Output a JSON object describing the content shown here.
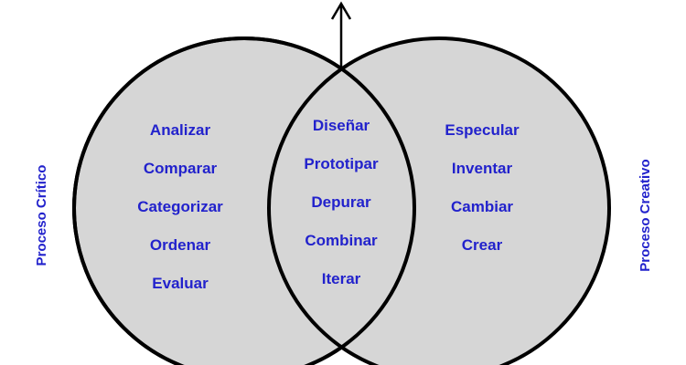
{
  "diagram": {
    "type": "venn",
    "left_label": "Proceso Crítico",
    "right_label": "Proceso Creativo",
    "left_items": [
      "Analizar",
      "Comparar",
      "Categorizar",
      "Ordenar",
      "Evaluar"
    ],
    "center_items": [
      "Diseñar",
      "Prototipar",
      "Depurar",
      "Combinar",
      "Iterar"
    ],
    "right_items": [
      "Especular",
      "Inventar",
      "Cambiar",
      "Crear"
    ],
    "colors": {
      "text": "#2222cc",
      "circle_fill": "#d6d6d6",
      "circle_stroke": "#000000",
      "background": "#ffffff"
    }
  }
}
